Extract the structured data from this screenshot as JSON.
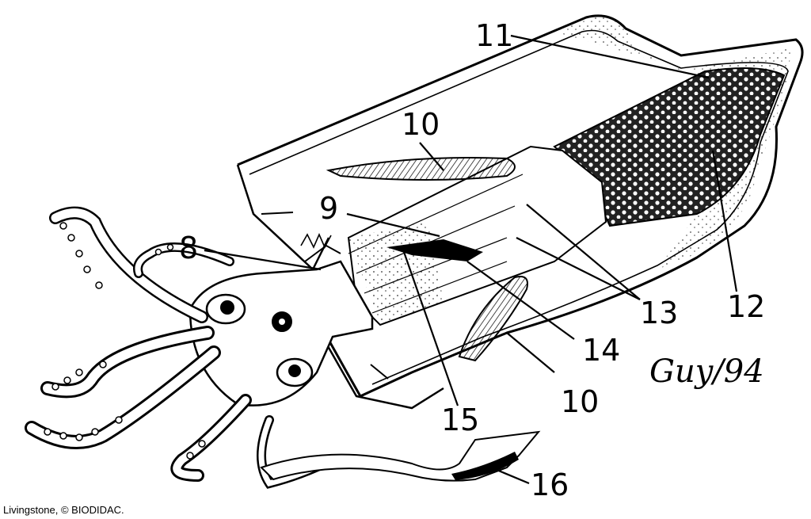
{
  "diagram": {
    "subject": "squid-internal-anatomy",
    "labels": {
      "l8": "8",
      "l9": "9",
      "l10a": "10",
      "l10b": "10",
      "l11": "11",
      "l12": "12",
      "l13": "13",
      "l14": "14",
      "l15": "15",
      "l16": "16"
    },
    "signature": "Guy/94",
    "credit": "Livingstone, © BIODIDAC."
  },
  "colors": {
    "ink": "#000000",
    "paper": "#ffffff"
  }
}
